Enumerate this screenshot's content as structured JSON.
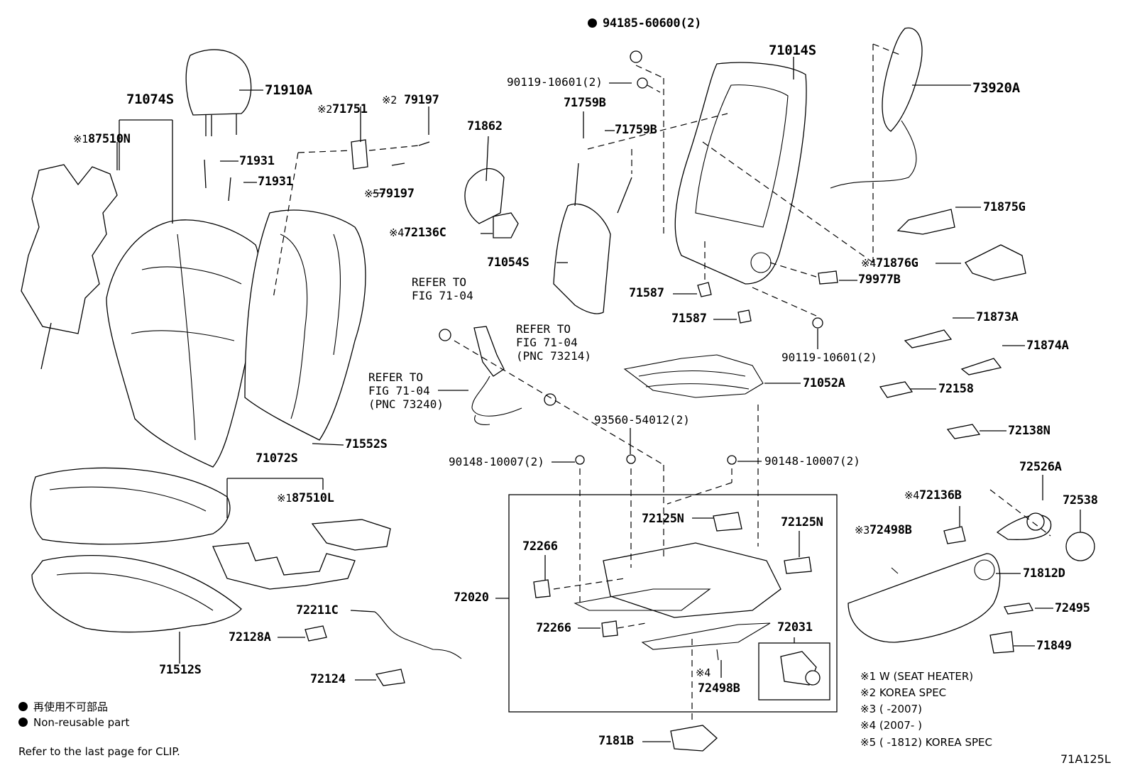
{
  "parts": {
    "p94185": "94185-60600(2)",
    "p71014S": "71014S",
    "p73920A": "73920A",
    "p90119a": "90119-10601(2)",
    "p71910A": "71910A",
    "p71074S": "71074S",
    "p71751": "71751",
    "p79197a": "79197",
    "p71759Ba": "71759B",
    "p71862": "71862",
    "p71759Bb": "71759B",
    "p87510N": "87510N",
    "p71931a": "71931",
    "p79197b": "79197",
    "p71931b": "71931",
    "p71875G": "71875G",
    "p72136C": "72136C",
    "p71054S": "71054S",
    "p71876G": "71876G",
    "p79977B": "79977B",
    "p71587a": "71587",
    "p71587b": "71587",
    "p71873A": "71873A",
    "p90119b": "90119-10601(2)",
    "p71874A": "71874A",
    "p71052A": "71052A",
    "p72158": "72158",
    "p93560": "93560-54012(2)",
    "p72138N": "72138N",
    "p71552S": "71552S",
    "p90148a": "90148-10007(2)",
    "p90148b": "90148-10007(2)",
    "p71072S": "71072S",
    "p72526A": "72526A",
    "p87510L": "87510L",
    "p72136B": "72136B",
    "p72538": "72538",
    "p72125Na": "72125N",
    "p72125Nb": "72125N",
    "p72498Ba": "72498B",
    "p72266a": "72266",
    "p71812D": "71812D",
    "p72020": "72020",
    "p72211C": "72211C",
    "p72495": "72495",
    "p72266b": "72266",
    "p72031": "72031",
    "p72128A": "72128A",
    "p71849": "71849",
    "p71512S": "71512S",
    "p72498Bb": "72498B",
    "p72124": "72124",
    "p7181B": "7181B"
  },
  "prefix": {
    "x1": "※1",
    "x2": "※2",
    "x3": "※3",
    "x4": "※4",
    "x5": "※5"
  },
  "refs": {
    "r1a": "REFER TO",
    "r1b": "FIG 71-04",
    "r2a": "REFER TO",
    "r2b": "FIG 71-04",
    "r2c": "(PNC 73214)",
    "r3a": "REFER TO",
    "r3b": "FIG 71-04",
    "r3c": "(PNC 73240)"
  },
  "notes": {
    "n1": "※1 W (SEAT HEATER)",
    "n2": "※2 KOREA SPEC",
    "n3": "※3 (        -2007)",
    "n4": "※4 (2007-        )",
    "n5": "※5 (        -1812) KOREA SPEC"
  },
  "legend": {
    "jp": "再使用不可部品",
    "en": "Non-reusable part"
  },
  "footer": {
    "clip_note": "Refer to the last page for CLIP.",
    "figure_code": "71A125L"
  }
}
